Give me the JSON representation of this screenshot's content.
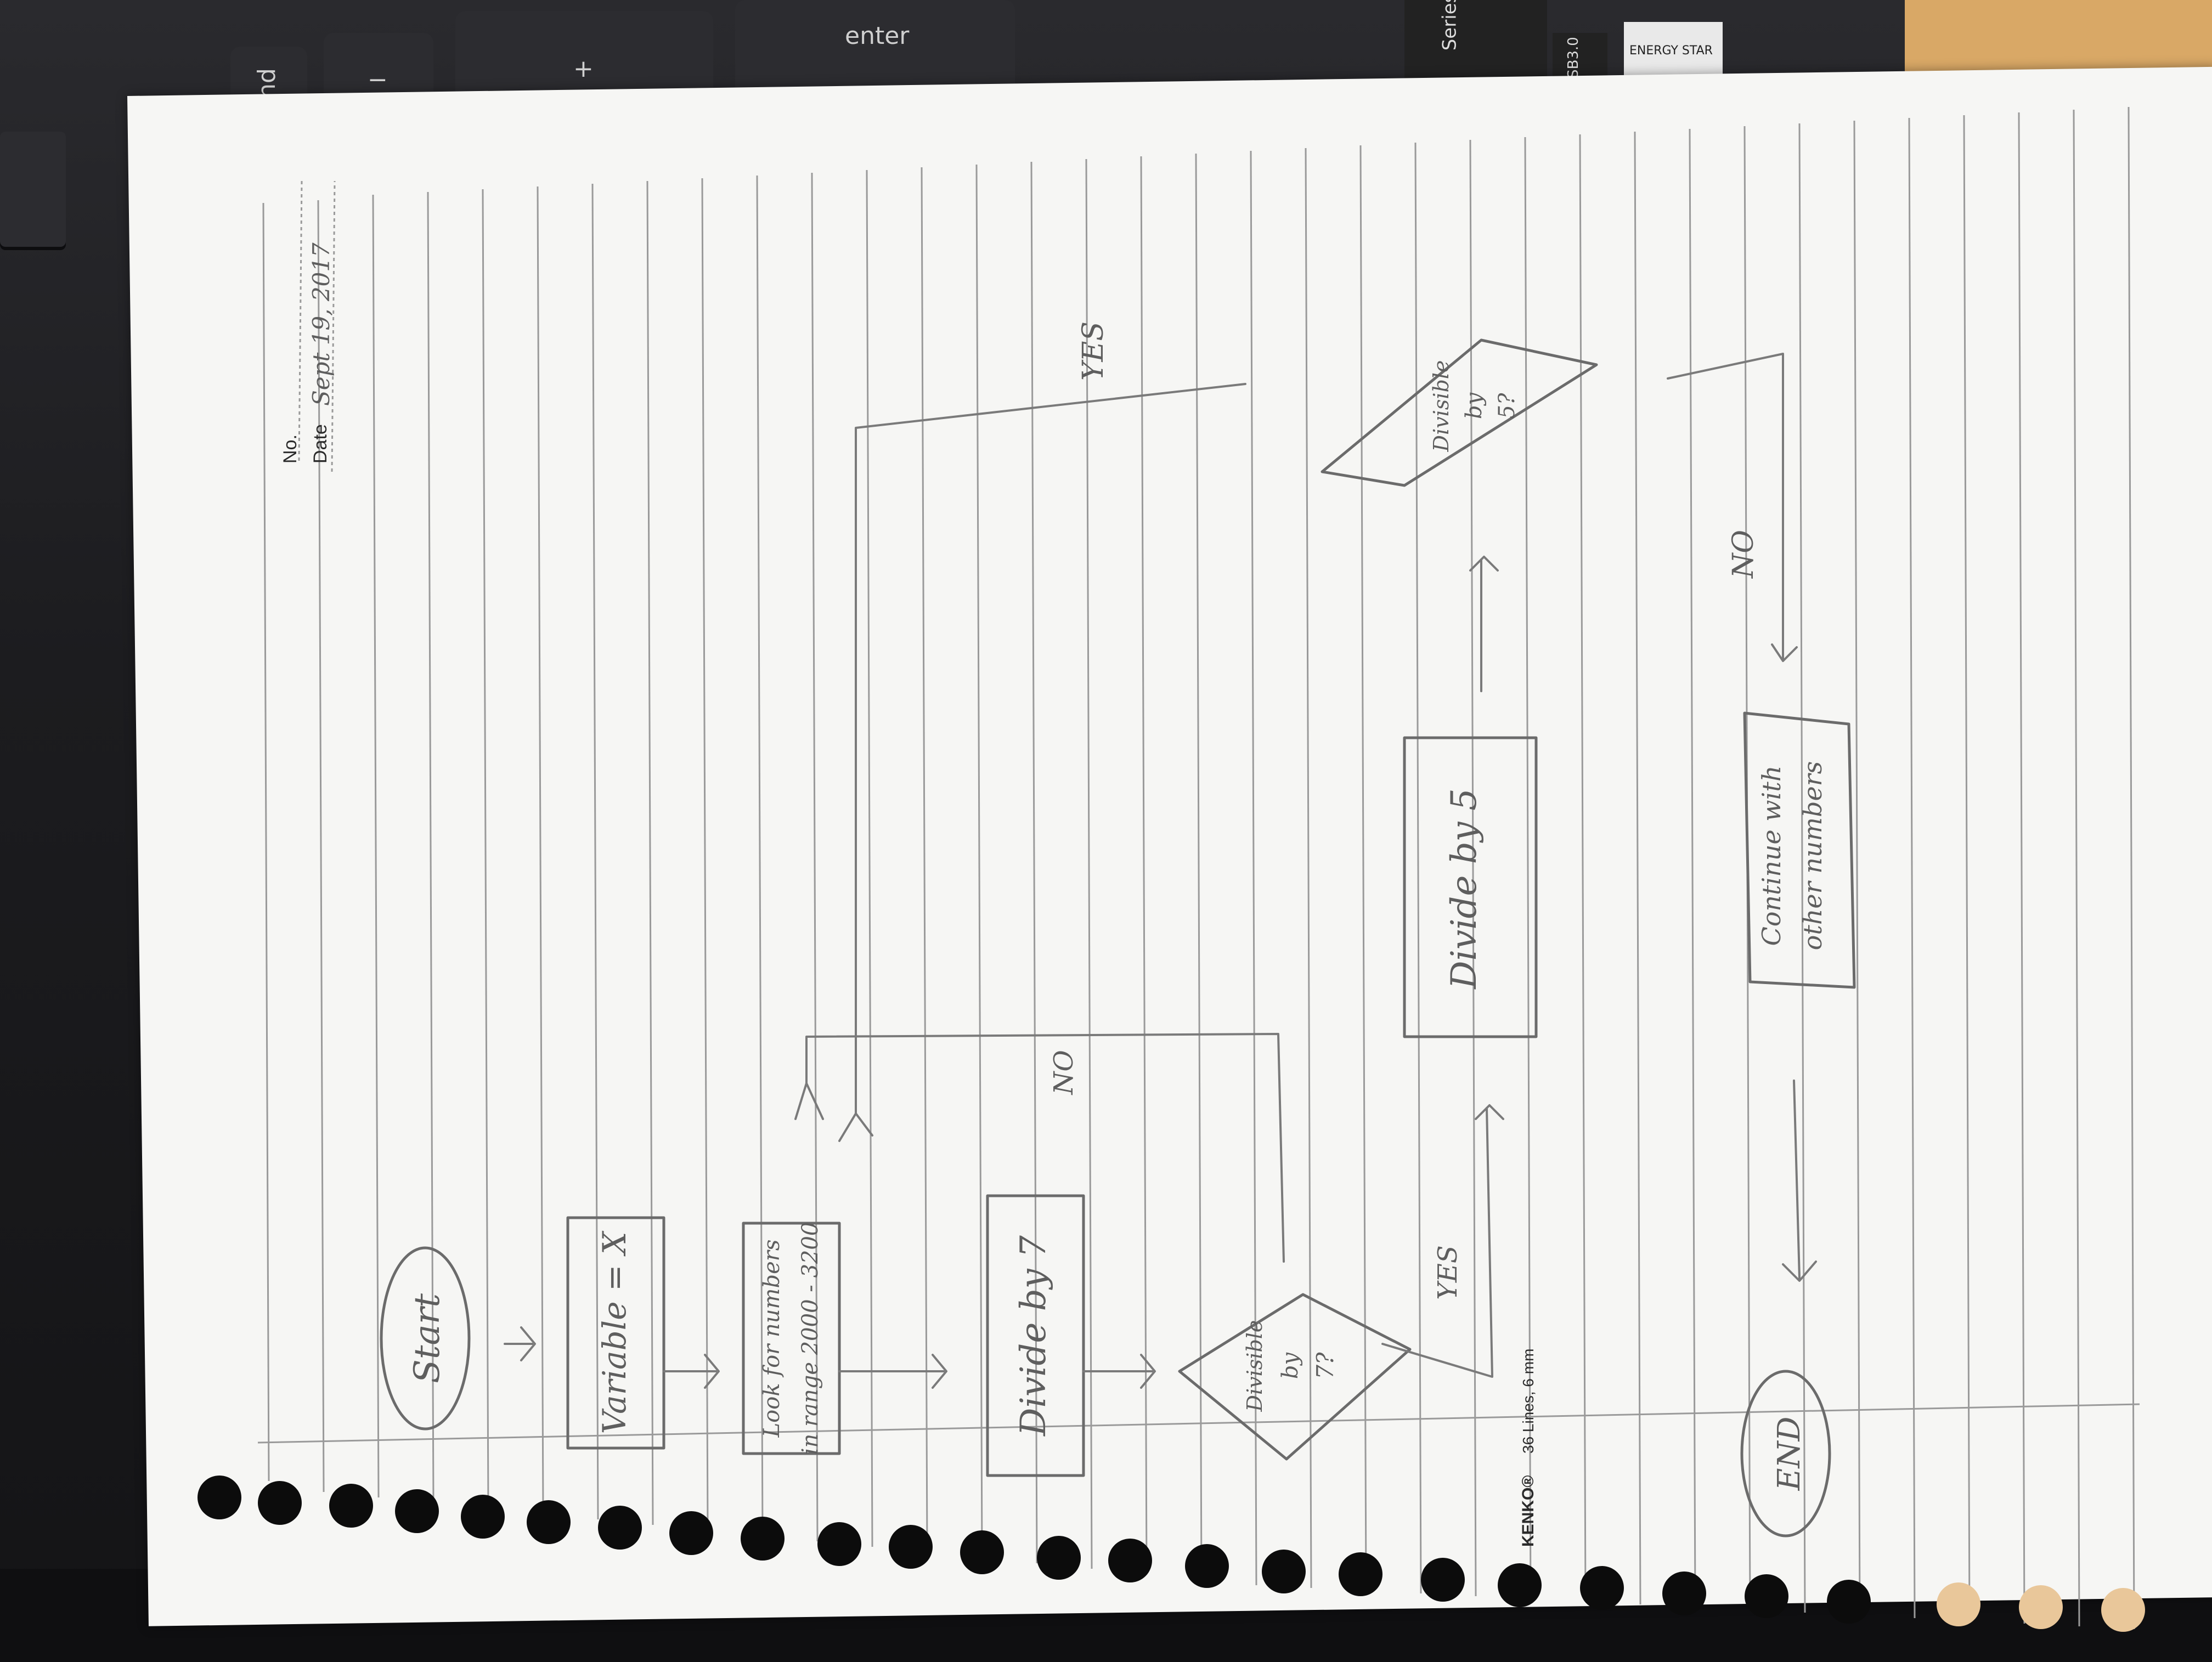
{
  "keyboard": {
    "keys": [
      "end",
      "−",
      "+",
      "enter"
    ],
    "labels": [
      "Series",
      "SB3.0",
      "ENERGY STAR"
    ]
  },
  "paper": {
    "header": {
      "no_label": "No.",
      "date_label": "Date",
      "date_value": "Sept 19, 2017"
    },
    "footer": {
      "brand": "KENKO®",
      "spec": "36 Lines, 6 mm"
    }
  },
  "flowchart": {
    "start": "Start",
    "variable": "Variable = X",
    "look_line1": "Look for numbers",
    "look_line2": "in range 2000 - 3200",
    "divide7": "Divide by 7",
    "decision7_line1": "Divisible",
    "decision7_line2": "by",
    "decision7_line3": "7?",
    "no_label_1": "NO",
    "yes_label_1": "YES",
    "divide5": "Divide by 5",
    "decision5_line1": "Divisible",
    "decision5_line2": "by",
    "decision5_line3": "5?",
    "yes_label_2": "YES",
    "no_label_2": "NO",
    "continue_line1": "Continue with",
    "continue_line2": "other numbers",
    "end": "END"
  }
}
